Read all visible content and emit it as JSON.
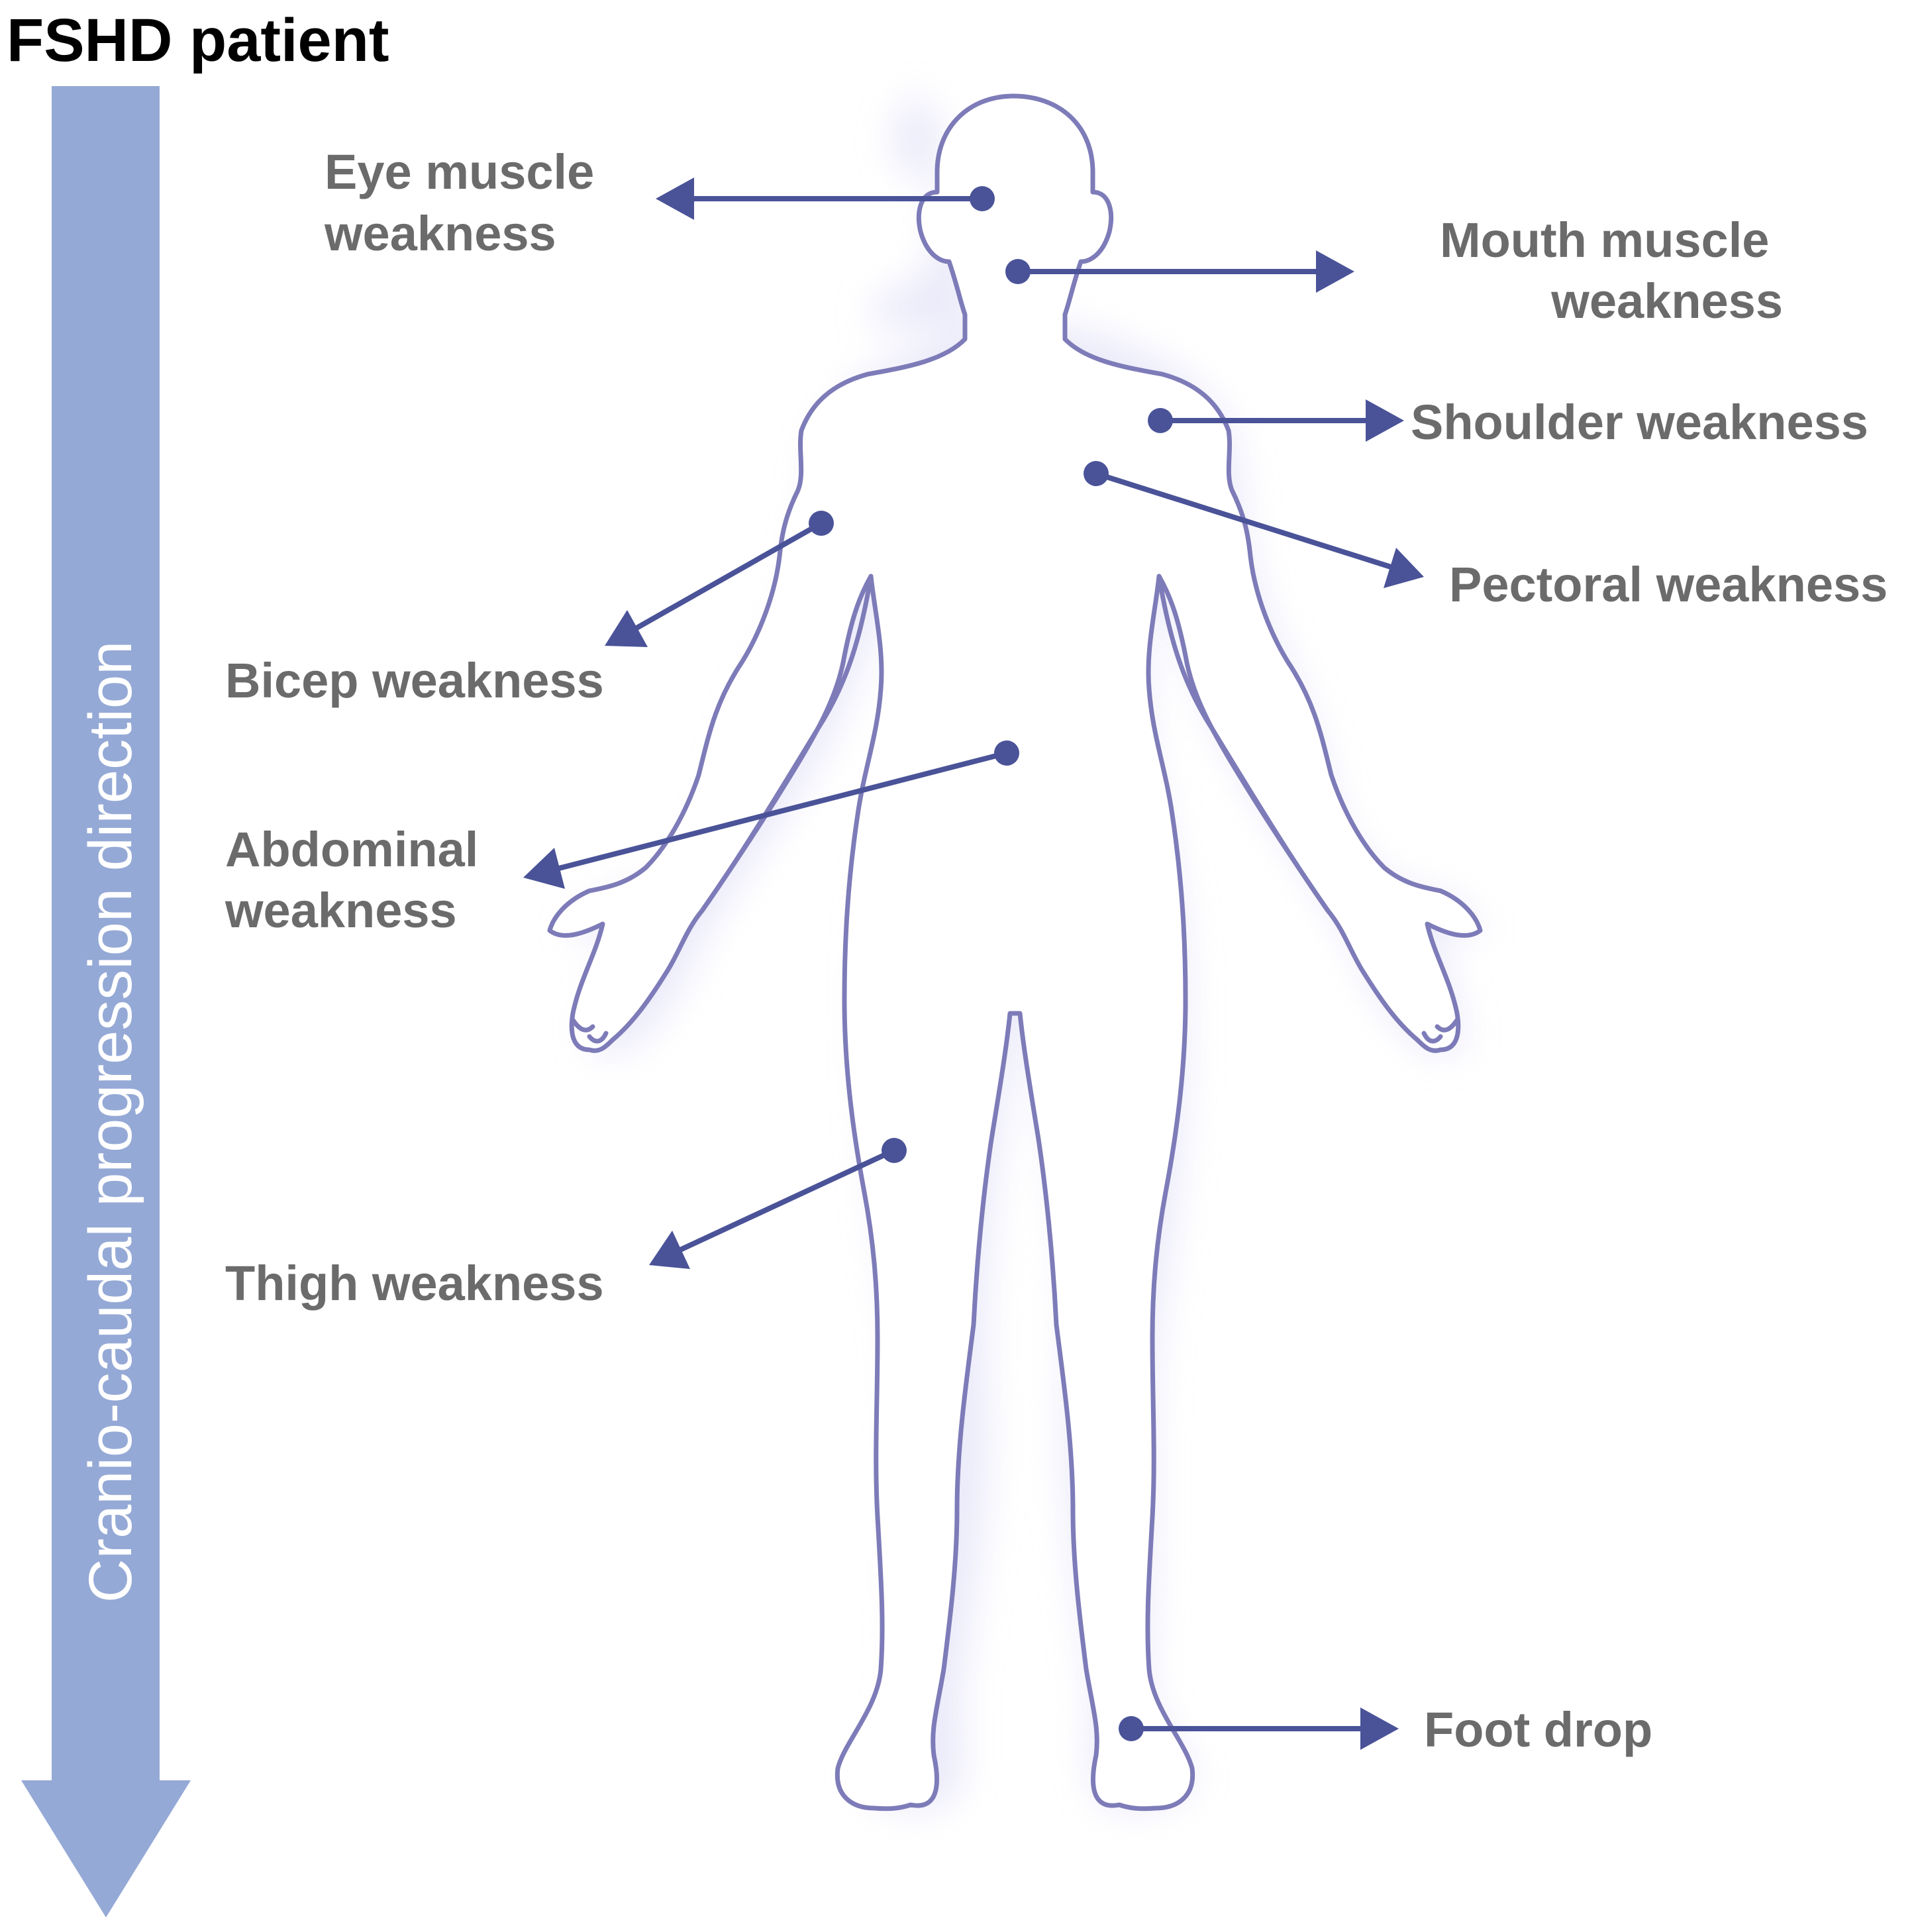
{
  "title": "FSHD patient",
  "progression_arrow": {
    "label": "Cranio-caudal progression direction",
    "color": "#95a9d6"
  },
  "colors": {
    "pointer": "#4a5398",
    "outline": "#7d7bb8",
    "label_text": "#6b6b6b"
  },
  "labels": {
    "eye": [
      "Eye muscle",
      "weakness"
    ],
    "mouth": [
      "Mouth muscle",
      "weakness"
    ],
    "shoulder": "Shoulder weakness",
    "pectoral": "Pectoral weakness",
    "bicep": "Bicep weakness",
    "abdominal": [
      "Abdominal",
      "weakness"
    ],
    "thigh": "Thigh weakness",
    "foot": "Foot drop"
  }
}
